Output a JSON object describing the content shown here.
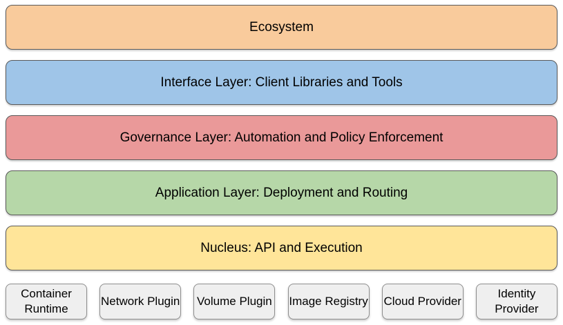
{
  "diagram": {
    "layers": [
      {
        "id": "ecosystem",
        "label": "Ecosystem",
        "fill": "#F9CB9C"
      },
      {
        "id": "interface",
        "label": "Interface Layer: Client Libraries and Tools",
        "fill": "#9FC5E8"
      },
      {
        "id": "governance",
        "label": "Governance Layer: Automation and Policy Enforcement",
        "fill": "#EA9999"
      },
      {
        "id": "application",
        "label": "Application Layer: Deployment and Routing",
        "fill": "#B6D7A8"
      },
      {
        "id": "nucleus",
        "label": "Nucleus: API and Execution",
        "fill": "#FFE599"
      }
    ],
    "plugins": [
      {
        "id": "container-runtime",
        "label": "Container Runtime"
      },
      {
        "id": "network-plugin",
        "label": "Network Plugin"
      },
      {
        "id": "volume-plugin",
        "label": "Volume Plugin"
      },
      {
        "id": "image-registry",
        "label": "Image Registry"
      },
      {
        "id": "cloud-provider",
        "label": "Cloud Provider"
      },
      {
        "id": "identity-provider",
        "label": "Identity Provider"
      }
    ],
    "colors": {
      "plugin_fill": "#EFEFEF",
      "plugin_border": "#8E8E8E",
      "bar_border": "#595959",
      "text": "#000000"
    }
  }
}
